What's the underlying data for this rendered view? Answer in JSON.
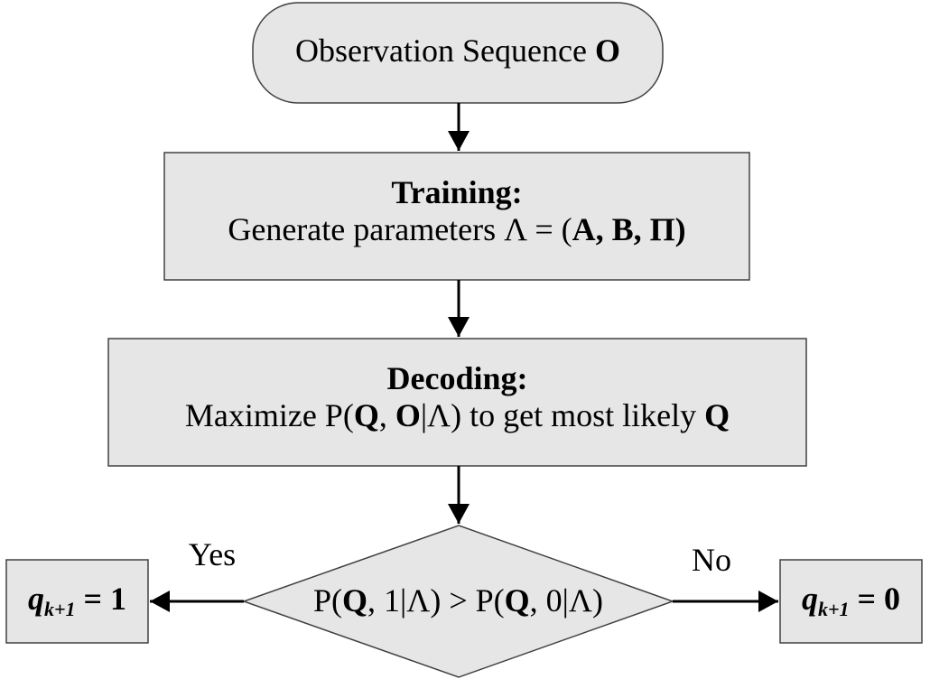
{
  "nodes": {
    "observation": {
      "text": "Observation Sequence ",
      "bold": "O"
    },
    "training": {
      "heading": "Training:",
      "line_prefix": "Generate parameters Λ = (",
      "A": "A",
      "sep1": ", ",
      "B": "B",
      "sep2": ", ",
      "Pi": "Π",
      "close": ")"
    },
    "decoding": {
      "heading": "Decoding:",
      "prefix": "Maximize P(",
      "Q": "Q",
      "sep": ", ",
      "O": "O",
      "mid": "|Λ) to get most likely ",
      "Q2": "Q"
    },
    "decision": {
      "p1": "P(",
      "Q1": "Q",
      "mid1": ", 1|Λ) > P(",
      "Q2": "Q",
      "mid2": ", 0|Λ)"
    },
    "out_yes": {
      "var": "q",
      "sub": "k+1",
      "eq": " = 1"
    },
    "out_no": {
      "var": "q",
      "sub": "k+1",
      "eq": " = 0"
    }
  },
  "edges": {
    "yes_label": "Yes",
    "no_label": "No"
  },
  "colors": {
    "fill": "#e6e6e6",
    "stroke": "#404040",
    "text": "#000000"
  }
}
